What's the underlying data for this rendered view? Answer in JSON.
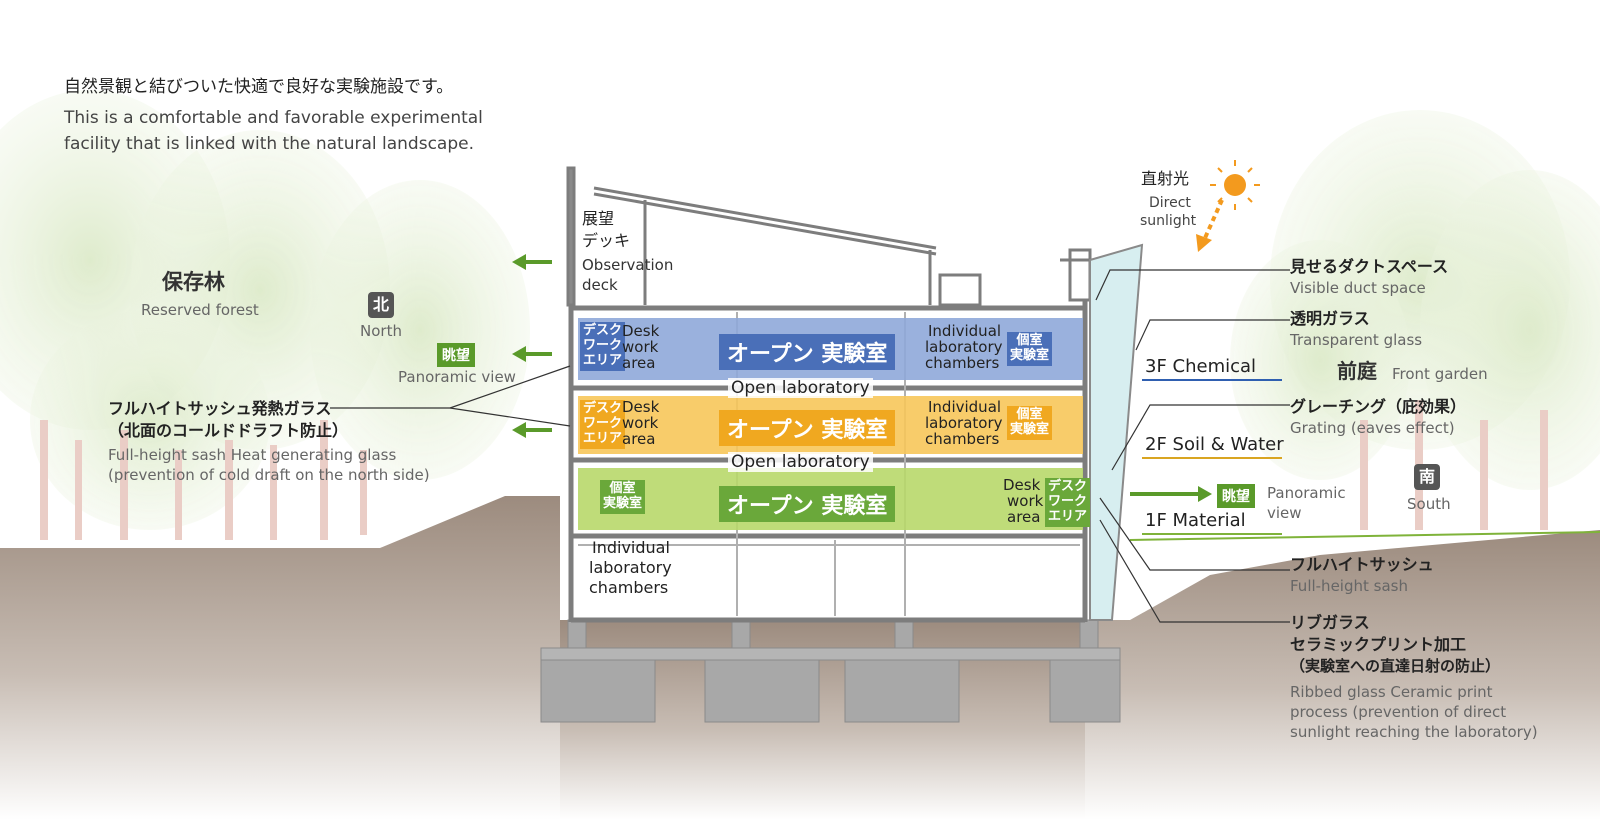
{
  "heading": {
    "jp": "自然景観と結びついた快適で良好な実験施設です。",
    "en": "This is a comfortable and favorable experimental facility that is linked with the natural landscape."
  },
  "forest": {
    "jp": "保存林",
    "en": "Reserved forest"
  },
  "north": {
    "glyph": "北",
    "en": "North"
  },
  "south": {
    "glyph": "南",
    "en": "South"
  },
  "front_garden": {
    "jp": "前庭",
    "en": "Front garden"
  },
  "observation_deck": {
    "jp_line1": "展望",
    "jp_line2": "デッキ",
    "en_line1": "Observation",
    "en_line2": "deck"
  },
  "direct_sunlight": {
    "jp": "直射光",
    "en_line1": "Direct",
    "en_line2": "sunlight"
  },
  "panoramic_view_north": {
    "jp": "眺望",
    "en": "Panoramic view"
  },
  "panoramic_view_south": {
    "jp": "眺望",
    "en_line1": "Panoramic",
    "en_line2": "view"
  },
  "heat_glass": {
    "jp_line1": "フルハイトサッシュ発熱ガラス",
    "jp_line2": "（北面のコールドドラフト防止）",
    "en_line1": "Full-height sash  Heat generating glass",
    "en_line2": "(prevention of cold draft on the north side)"
  },
  "callouts": {
    "duct": {
      "jp": "見せるダクトスペース",
      "en": "Visible duct space"
    },
    "glass": {
      "jp": "透明ガラス",
      "en": "Transparent glass"
    },
    "grating": {
      "jp": "グレーチング（庇効果）",
      "en": "Grating (eaves effect)"
    },
    "sash": {
      "jp": "フルハイトサッシュ",
      "en": "Full-height sash"
    },
    "ribbed": {
      "jp_line1": "リブガラス",
      "jp_line2": "セラミックプリント加工",
      "jp_line3": "（実験室への直達日射の防止）",
      "en_line1": "Ribbed glass  Ceramic print",
      "en_line2": "process (prevention of direct",
      "en_line3": "sunlight reaching the laboratory)"
    }
  },
  "floors": {
    "f3": {
      "tag": "3F Chemical",
      "color": "#2f5fb0",
      "open_title": "オープン 実験室",
      "open_sub": "Open laboratory",
      "desk_badge": "デスク\nワーク\nエリア",
      "desk_en_1": "Desk",
      "desk_en_2": "work",
      "desk_en_3": "area",
      "ind_badge": "個室\n実験室",
      "ind_en_1": "Individual",
      "ind_en_2": "laboratory",
      "ind_en_3": "chambers"
    },
    "f2": {
      "tag": "2F Soil & Water",
      "color": "#d9a521",
      "open_title": "オープン 実験室",
      "open_sub": "Open laboratory",
      "desk_badge": "デスク\nワーク\nエリア",
      "desk_en_1": "Desk",
      "desk_en_2": "work",
      "desk_en_3": "area",
      "ind_badge": "個室\n実験室",
      "ind_en_1": "Individual",
      "ind_en_2": "laboratory",
      "ind_en_3": "chambers"
    },
    "f1": {
      "tag": "1F Material",
      "color": "#7fb33a",
      "open_title": "オープン 実験室",
      "desk_badge": "デスク\nワーク\nエリア",
      "desk_en_1": "Desk",
      "desk_en_2": "work",
      "desk_en_3": "area",
      "ind_badge": "個室\n実験室",
      "ind_en_1": "Individual",
      "ind_en_2": "laboratory",
      "ind_en_3": "chambers"
    }
  },
  "colors": {
    "blue_zone": "#8fa9d9",
    "blue_badge": "#4a6fb8",
    "orange_zone": "#f7c65a",
    "orange_badge": "#f0a820",
    "green_zone": "#b8d86a",
    "green_badge": "#6aa83a",
    "ground": "#9c8b7e",
    "structure": "#8a8a8a",
    "arrow_green": "#5a9a2a",
    "sun": "#f39a1e"
  }
}
